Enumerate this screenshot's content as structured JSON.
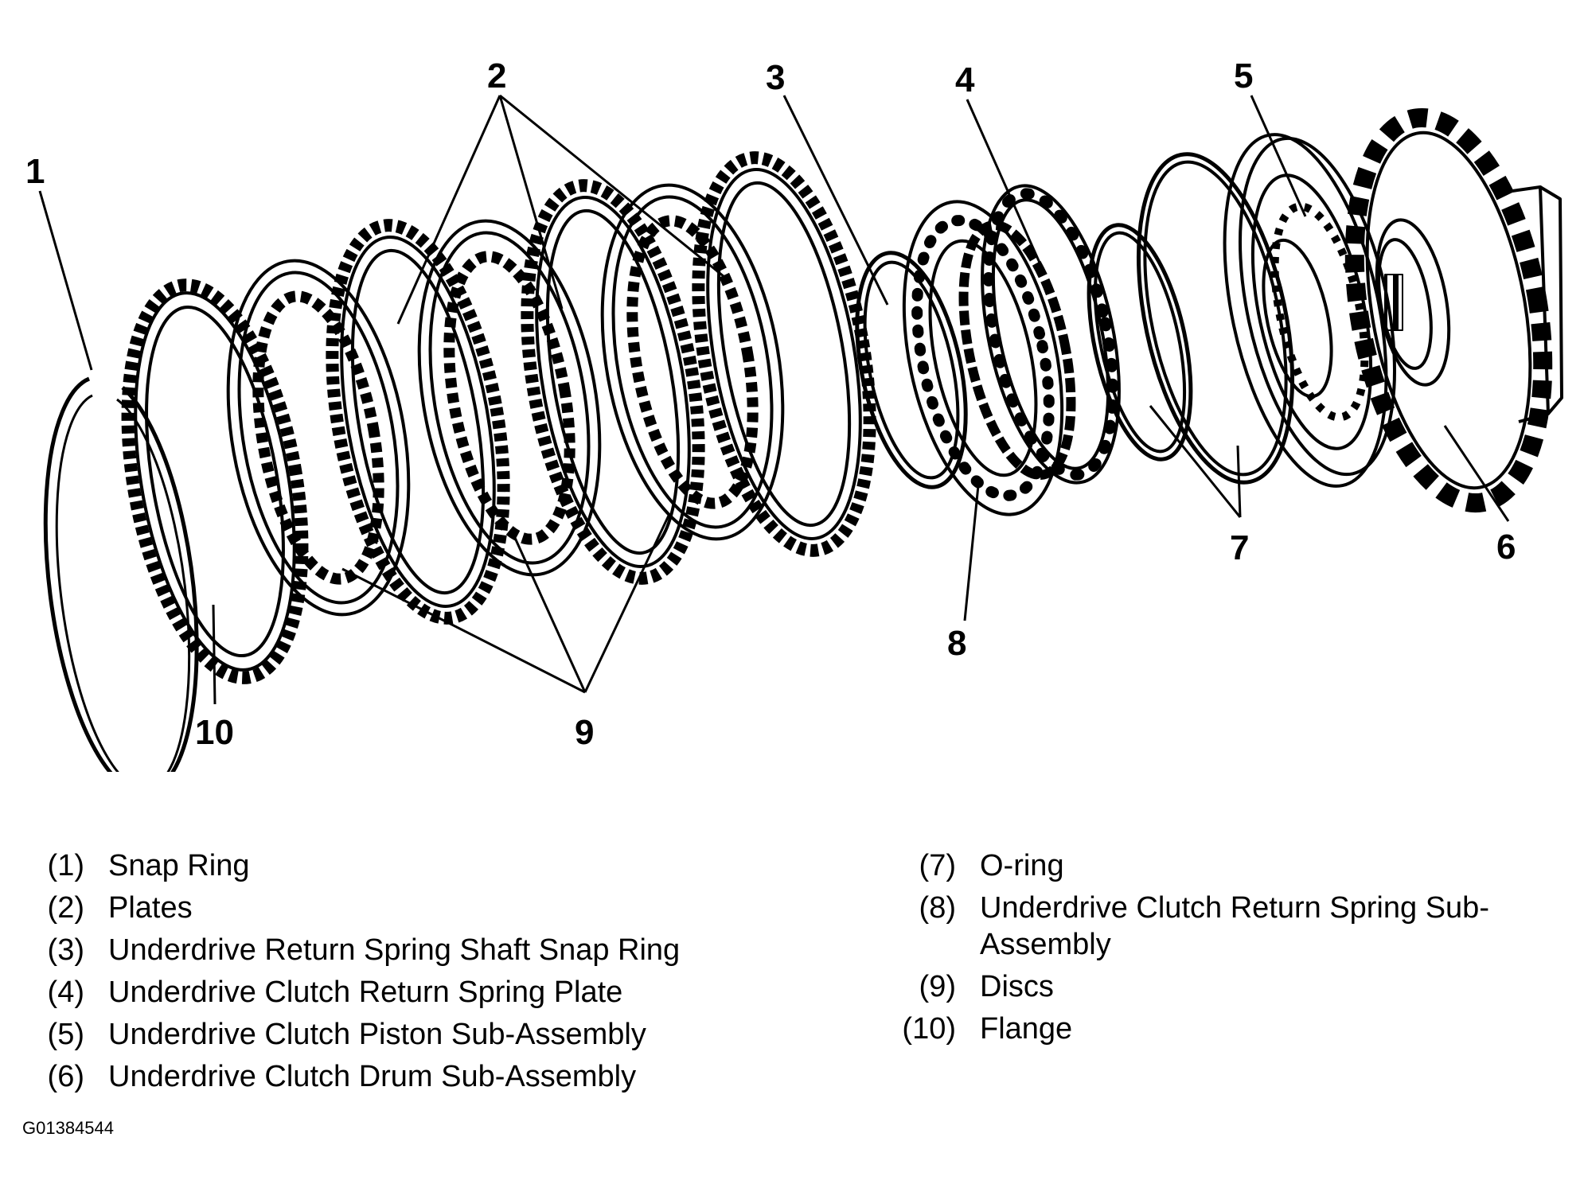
{
  "callouts": [
    "1",
    "2",
    "3",
    "4",
    "5",
    "6",
    "7",
    "8",
    "9",
    "10"
  ],
  "legend": [
    {
      "num": "(1)",
      "text": "Snap Ring"
    },
    {
      "num": "(2)",
      "text": "Plates"
    },
    {
      "num": "(3)",
      "text": "Underdrive Return Spring Shaft Snap Ring"
    },
    {
      "num": "(4)",
      "text": "Underdrive Clutch Return Spring Plate"
    },
    {
      "num": "(5)",
      "text": "Underdrive Clutch Piston Sub-Assembly"
    },
    {
      "num": "(6)",
      "text": "Underdrive Clutch Drum Sub-Assembly"
    },
    {
      "num": "(7)",
      "text": "O-ring"
    },
    {
      "num": "(8)",
      "text": "Underdrive Clutch Return Spring Sub-Assembly"
    },
    {
      "num": "(9)",
      "text": "Discs"
    },
    {
      "num": "(10)",
      "text": "Flange"
    }
  ],
  "figure_id": "G01384544"
}
